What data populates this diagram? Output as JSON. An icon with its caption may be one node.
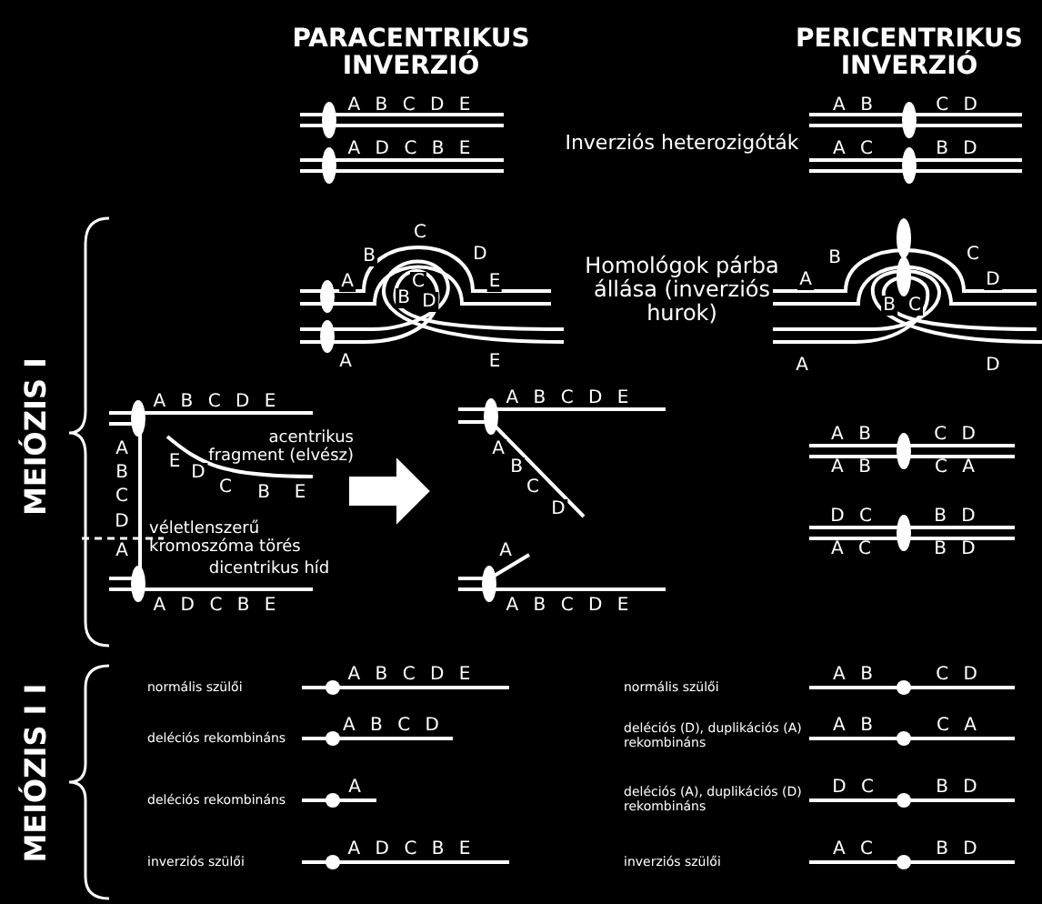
{
  "diagram": {
    "labels": [
      "PARACENTRIKUS INVERZIÓ",
      "PERICENTRIKUS INVERZIÓ",
      "A B C D E",
      "A B",
      "C D",
      "Inverziós heterozigóták",
      "A D C B E",
      "A C",
      "B D",
      "MEIÓZIS I",
      "C",
      "B",
      "D",
      "A",
      "C",
      "B",
      "D",
      "E",
      "A",
      "E",
      "Homológok párba állása (inverziós hurok)",
      "B",
      "C",
      "A",
      "D",
      "B",
      "C",
      "A",
      "D",
      "A B C D E",
      "A B C D E",
      "A B",
      "C D",
      "acentrikus fragment (elvész)",
      "A",
      "B",
      "C",
      "D",
      "E",
      "D",
      "C",
      "B",
      "E",
      "A",
      "B",
      "C",
      "D",
      "A B",
      "C A",
      "D C",
      "B D",
      "véletlenszerű kromoszóma törés",
      "A",
      "A",
      "A C",
      "B D",
      "dicentrikus híd",
      "A D C B E",
      "A B C D E",
      "MEIÓZIS I I",
      "normális szülői",
      "A B C D E",
      "normális szülői",
      "A B",
      "C D",
      "deléciós rekombináns",
      "A B C D",
      "deléciós (D), duplikációs (A) rekombináns",
      "A B",
      "C A",
      "deléciós rekombináns",
      "A",
      "deléciós (A), duplikációs (D) rekombináns",
      "D C",
      "B D",
      "inverziós szülői",
      "A D C B E",
      "inverziós szülői",
      "A C",
      "B D"
    ]
  }
}
